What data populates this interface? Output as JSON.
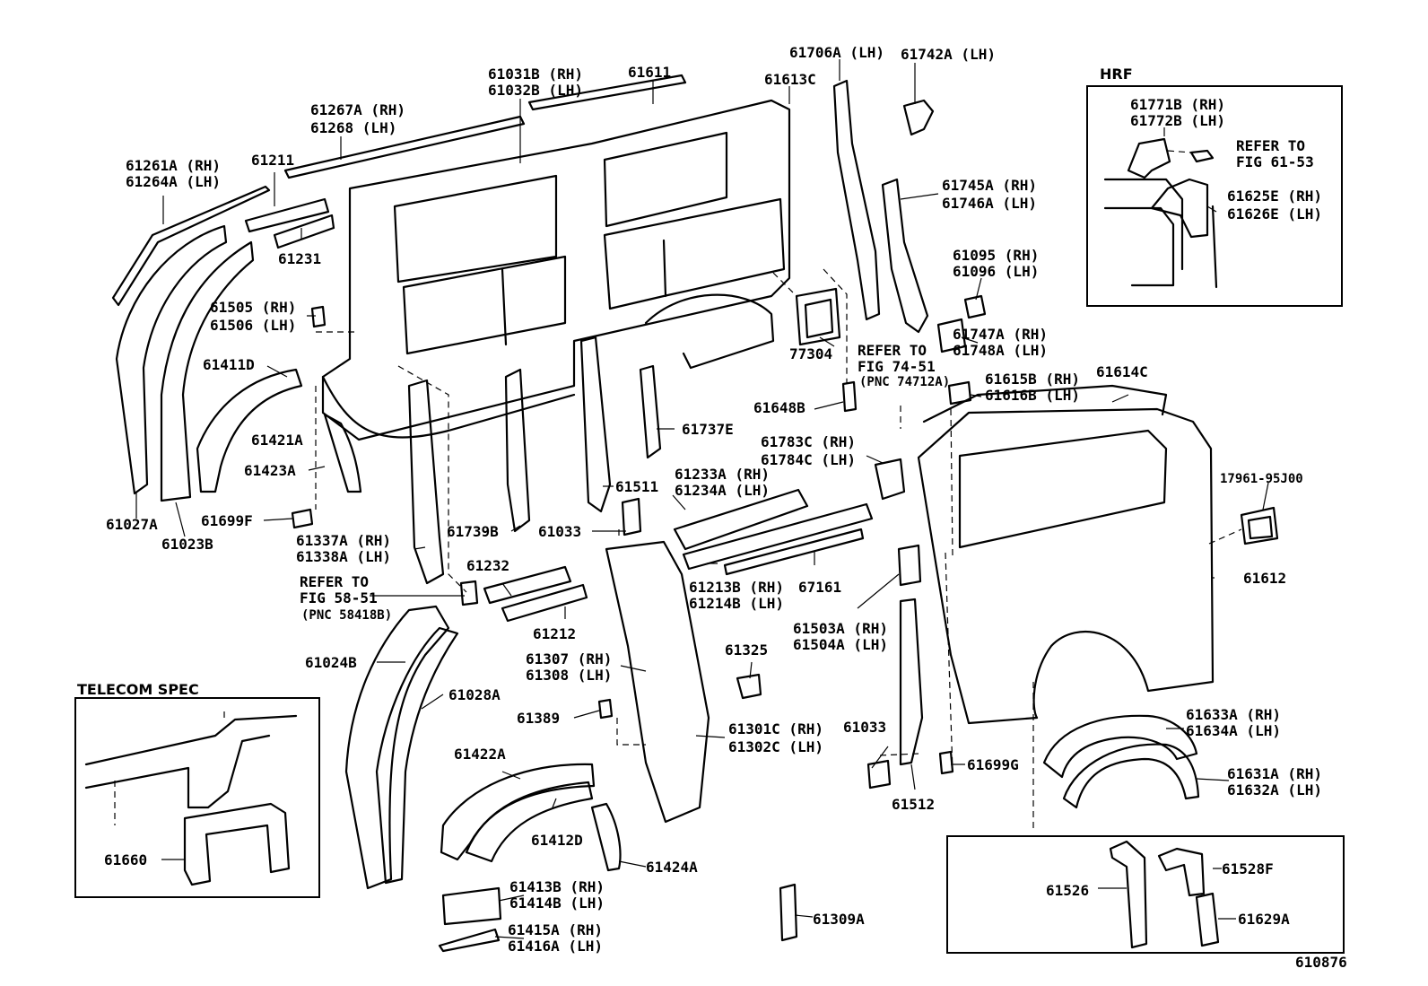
{
  "diagram_id": "610876",
  "boxes": {
    "hrf_title": "HRF",
    "telecom_title": "TELECOM SPEC"
  },
  "labels": {
    "p61706a": "61706A (LH)",
    "p61742a": "61742A (LH)",
    "p61031b": "61031B (RH)",
    "p61032b": "61032B (LH)",
    "p61611": "61611",
    "p61613c": "61613C",
    "p61267a": "61267A (RH)",
    "p61268": "61268 (LH)",
    "p61261a": "61261A (RH)",
    "p61264a": "61264A (LH)",
    "p61211": "61211",
    "p61231": "61231",
    "p61745a": "61745A (RH)",
    "p61746a": "61746A (LH)",
    "p61095": "61095 (RH)",
    "p61096": "61096 (LH)",
    "p61505": "61505 (RH)",
    "p61506": "61506 (LH)",
    "p61747a": "61747A (RH)",
    "p61748a": "61748A (LH)",
    "p77304": "77304",
    "refer_74_1": "REFER TO",
    "refer_74_2": "FIG 74-51",
    "refer_74_3": "(PNC 74712A)",
    "p61411d": "61411D",
    "p61421a": "61421A",
    "p61648b": "61648B",
    "p61615b": "61615B (RH)",
    "p61616b": "61616B (LH)",
    "p61614c": "61614C",
    "p61737e": "61737E",
    "p61423a": "61423A",
    "p61783c": "61783C (RH)",
    "p61784c": "61784C (LH)",
    "p61511": "61511",
    "p61233a": "61233A (RH)",
    "p61234a": "61234A (LH)",
    "p17961": "17961-95J00",
    "p61027a": "61027A",
    "p61023b": "61023B",
    "p61699f": "61699F",
    "p61739b": "61739B",
    "p61033a": "61033",
    "p61337a": "61337A (RH)",
    "p61338a": "61338A (LH)",
    "p61232": "61232",
    "p61213b": "61213B (RH)",
    "p61214b": "61214B (LH)",
    "p67161": "67161",
    "p61612": "61612",
    "refer_58_1": "REFER TO",
    "refer_58_2": "FIG 58-51",
    "refer_58_3": "(PNC 58418B)",
    "p61212": "61212",
    "p61503a": "61503A (RH)",
    "p61504a": "61504A (LH)",
    "p61024b": "61024B",
    "p61307": "61307 (RH)",
    "p61308": "61308 (LH)",
    "p61325": "61325",
    "p61028a": "61028A",
    "p61389": "61389",
    "p61301c": "61301C (RH)",
    "p61302c": "61302C (LH)",
    "p61033b": "61033",
    "p61633a": "61633A (RH)",
    "p61634a": "61634A (LH)",
    "p61422a": "61422A",
    "p61699g": "61699G",
    "p61631a": "61631A (RH)",
    "p61632a": "61632A (LH)",
    "p61512": "61512",
    "p61412d": "61412D",
    "p61660": "61660",
    "p61424a": "61424A",
    "p61528f": "61528F",
    "p61526": "61526",
    "p61413b": "61413B (RH)",
    "p61414b": "61414B (LH)",
    "p61309a": "61309A",
    "p61629a": "61629A",
    "p61415a": "61415A (RH)",
    "p61416a": "61416A (LH)",
    "p61771b": "61771B (RH)",
    "p61772b": "61772B (LH)",
    "refer_61_1": "REFER TO",
    "refer_61_2": "FIG 61-53",
    "p61625e": "61625E (RH)",
    "p61626e": "61626E (LH)"
  }
}
